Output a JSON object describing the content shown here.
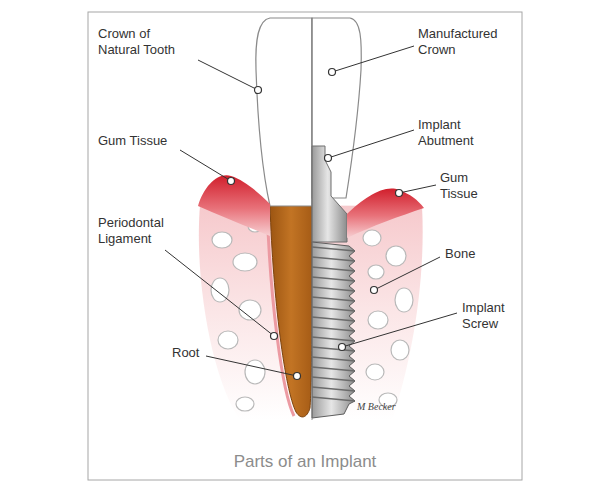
{
  "diagram": {
    "caption": "Parts of an Implant",
    "labels": [
      "Crown of Natural Tooth",
      "Manufactured Crown",
      "Gum Tissue",
      "Implant Abutment",
      "Gum Tissue",
      "Periodontal Ligament",
      "Bone",
      "Implant Screw",
      "Root",
      "M Becker"
    ]
  }
}
